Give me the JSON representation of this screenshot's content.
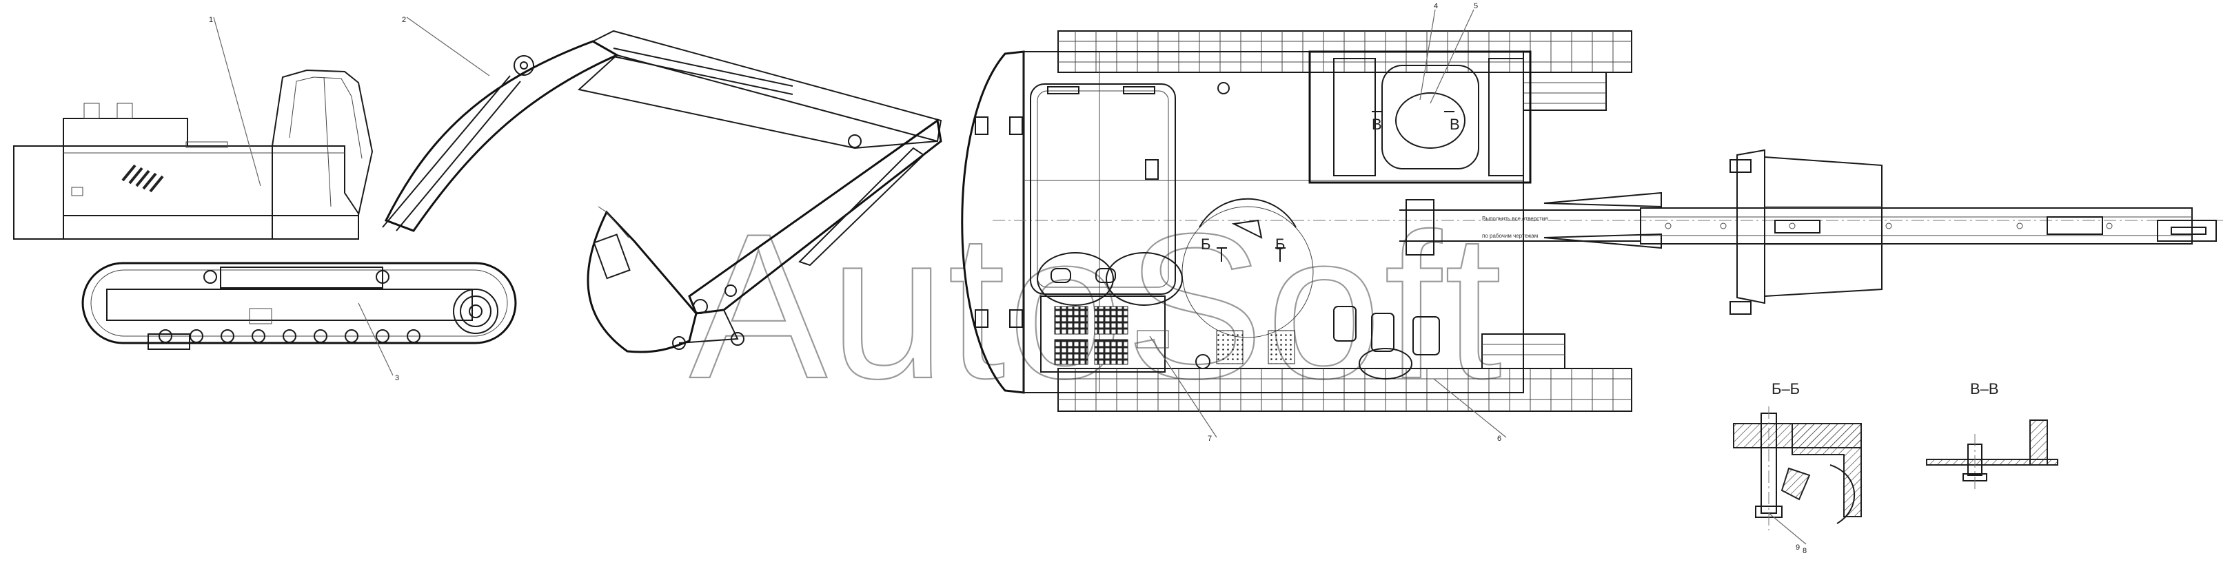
{
  "watermark": "AutoSoft",
  "section_titles": {
    "b_b": "Б–Б",
    "v_v": "В–В"
  },
  "section_marks": {
    "b_left": "Б",
    "b_right": "Б",
    "v_left": "В",
    "v_right": "В"
  },
  "callouts": [
    "1",
    "2",
    "3",
    "4",
    "5",
    "6",
    "7",
    "8",
    "9"
  ],
  "notes": [
    "Выполнить все отверстия",
    "по рабочим чертежам"
  ]
}
